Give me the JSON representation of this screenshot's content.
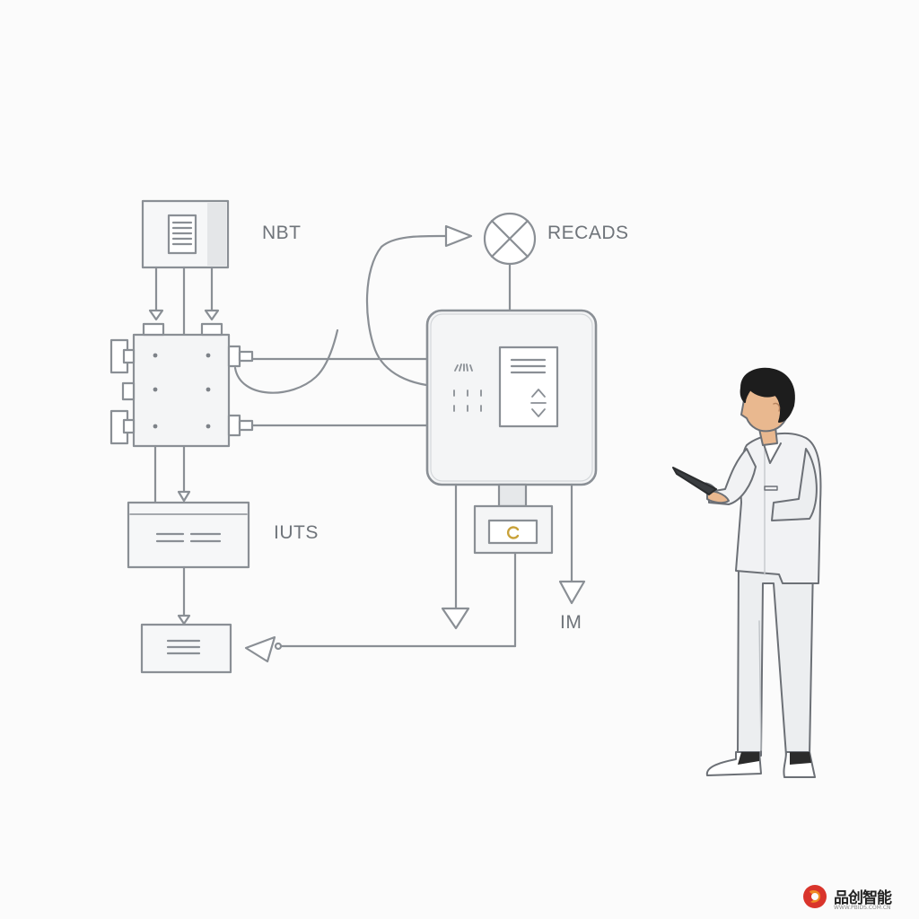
{
  "labels": {
    "nbt": "NBT",
    "recads": "RECADS",
    "iuts": "IUTS",
    "im": "IM"
  },
  "watermark": {
    "name": "品创智能",
    "url": "WWW.PBIDS.COM.CN"
  },
  "colors": {
    "line": "#8a8f95",
    "box_fill": "#f4f5f6",
    "label": "#6f747a",
    "coat": "#f1f2f4",
    "hair": "#1d1d1d",
    "skin": "#e9b88f",
    "logo_red": "#d9342b",
    "logo_orange": "#f08a24"
  },
  "icons": [
    "document-icon",
    "mixer-valve-icon",
    "pressure-gauge-icon",
    "arrow-up-down-icon",
    "ground-arrow-icon"
  ]
}
